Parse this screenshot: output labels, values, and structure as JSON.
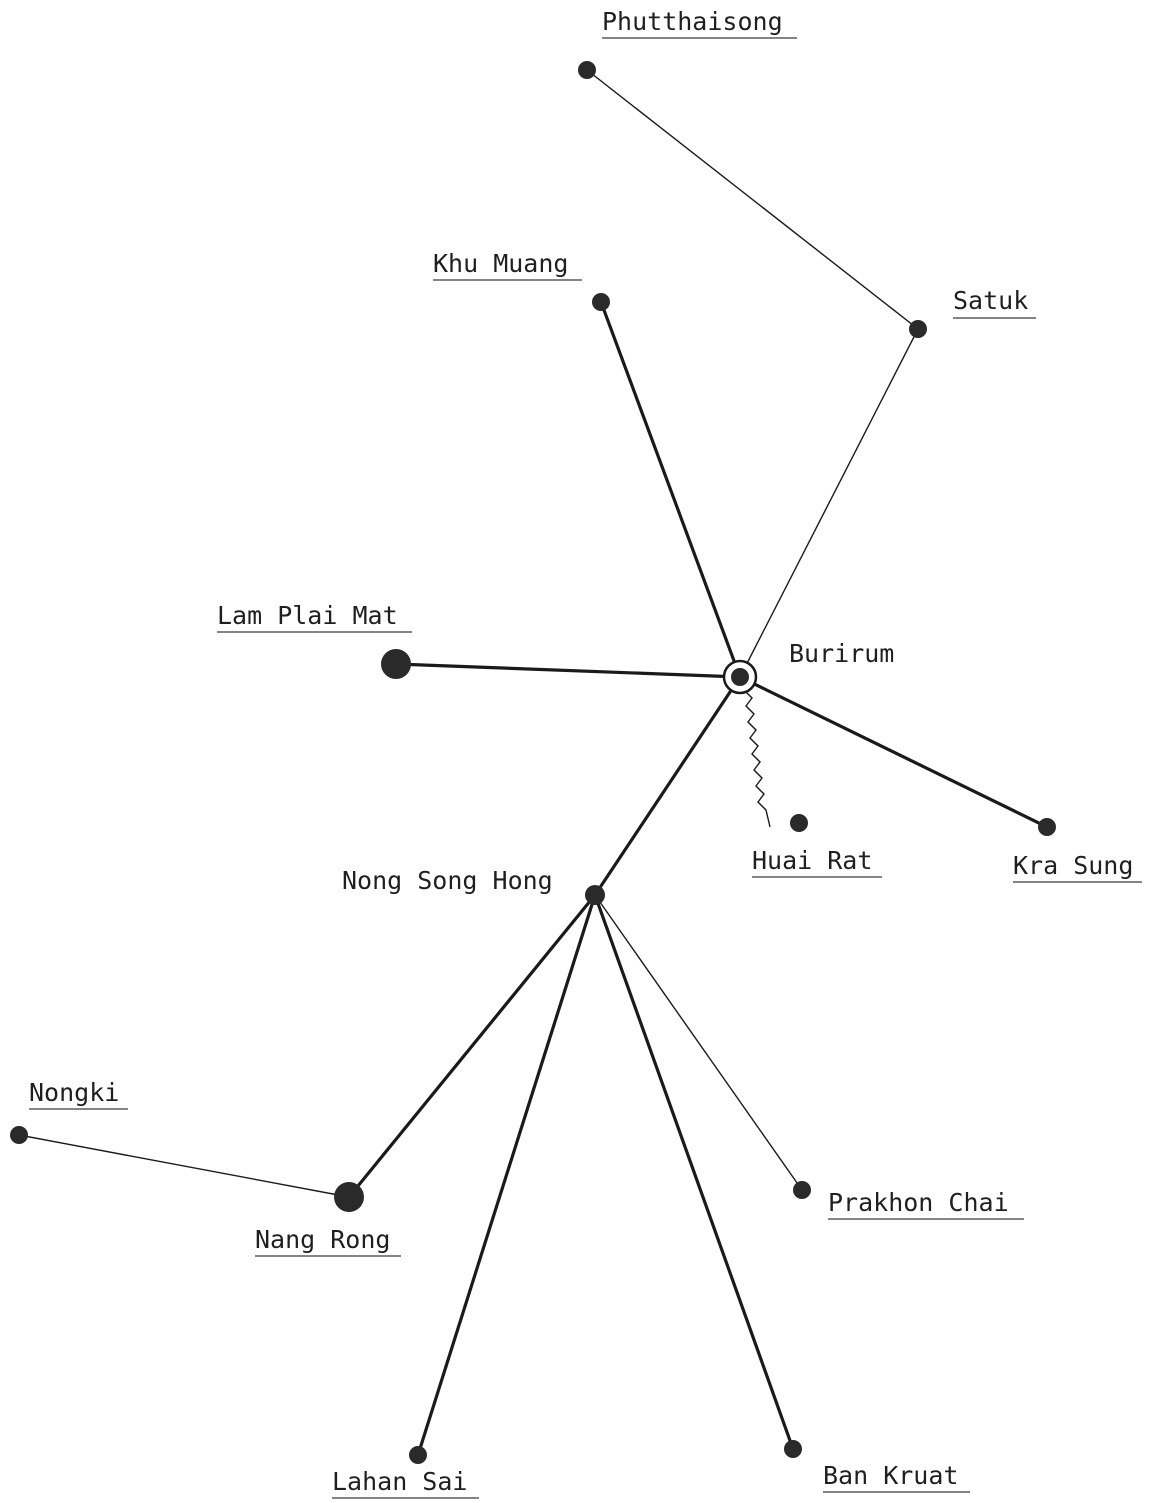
{
  "colors": {
    "ink": "#1a1a1a",
    "paper": "#ffffff"
  },
  "nodes": {
    "phutthaisong": {
      "name": "Phutthaisong",
      "underlined": true
    },
    "khu_muang": {
      "name": "Khu Muang",
      "underlined": true
    },
    "satuk": {
      "name": "Satuk",
      "underlined": true
    },
    "lam_plai_mat": {
      "name": "Lam Plai Mat",
      "underlined": true
    },
    "burirum": {
      "name": "Burirum",
      "underlined": false,
      "symbol": "double-circle"
    },
    "huai_rat": {
      "name": "Huai Rat",
      "underlined": true
    },
    "kra_sung": {
      "name": "Kra Sung",
      "underlined": true
    },
    "nong_song_hong": {
      "name": "Nong Song Hong",
      "underlined": false
    },
    "nongki": {
      "name": "Nongki",
      "underlined": true
    },
    "nang_rong": {
      "name": "Nang Rong",
      "underlined": true
    },
    "prakhon_chai": {
      "name": "Prakhon Chai",
      "underlined": true
    },
    "lahan_sai": {
      "name": "Lahan Sai",
      "underlined": true
    },
    "ban_kruat": {
      "name": "Ban Kruat",
      "underlined": true
    }
  },
  "links": [
    {
      "from": "Phutthaisong",
      "to": "Satuk",
      "line": "thin"
    },
    {
      "from": "Satuk",
      "to": "Burirum",
      "line": "thin"
    },
    {
      "from": "Khu Muang",
      "to": "Burirum",
      "line": "thick"
    },
    {
      "from": "Lam Plai Mat",
      "to": "Burirum",
      "line": "thick"
    },
    {
      "from": "Burirum",
      "to": "Kra Sung",
      "line": "thick"
    },
    {
      "from": "Burirum",
      "to": "Huai Rat",
      "line": "wavy"
    },
    {
      "from": "Burirum",
      "to": "Nong Song Hong",
      "line": "thick"
    },
    {
      "from": "Nong Song Hong",
      "to": "Nang Rong",
      "line": "thick"
    },
    {
      "from": "Nongki",
      "to": "Nang Rong",
      "line": "thin"
    },
    {
      "from": "Nong Song Hong",
      "to": "Lahan Sai",
      "line": "thick"
    },
    {
      "from": "Nong Song Hong",
      "to": "Ban Kruat",
      "line": "thick"
    },
    {
      "from": "Nong Song Hong",
      "to": "Prakhon Chai",
      "line": "thin"
    }
  ]
}
